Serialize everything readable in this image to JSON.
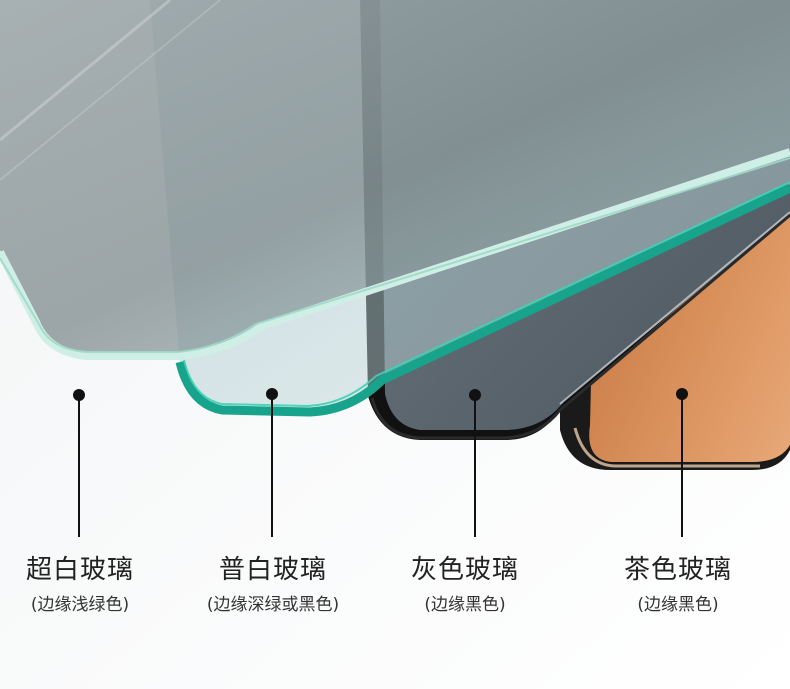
{
  "colors": {
    "background": "#ffffff",
    "ultra_white_edge": "#bff0e2",
    "standard_white_edge": "#22b39a",
    "gray_glass": "#5e6870",
    "tea_glass": "#c97a45",
    "black_edge": "#111111"
  },
  "samples": [
    {
      "name": "超白玻璃",
      "note": "(边缘浅绿色)"
    },
    {
      "name": "普白玻璃",
      "note": "(边缘深绿或黑色)"
    },
    {
      "name": "灰色玻璃",
      "note": "(边缘黑色)"
    },
    {
      "name": "茶色玻璃",
      "note": "(边缘黑色)"
    }
  ]
}
